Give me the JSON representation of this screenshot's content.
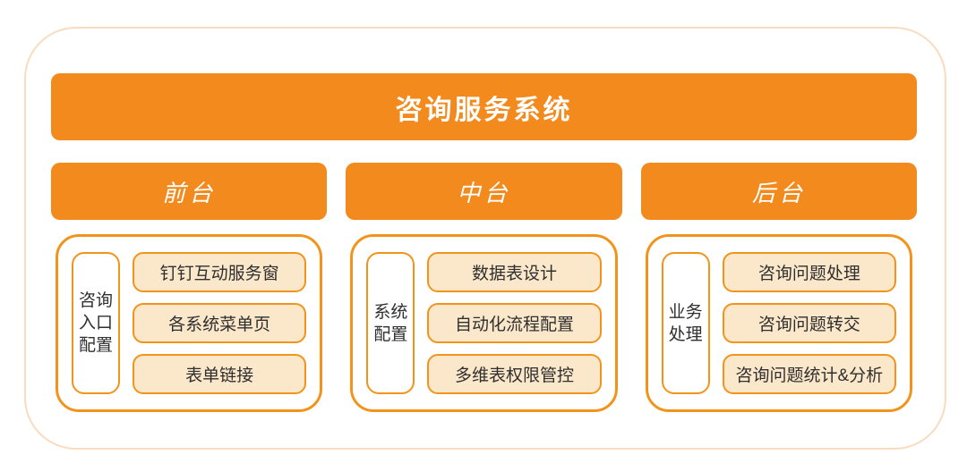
{
  "title": "咨询服务系统",
  "colors": {
    "orange_fill": "#F28A1D",
    "border_orange": "#F2941C",
    "item_fill": "#FBE7CA",
    "outer_border": "#F9DCBE",
    "text_dark": "#2F2F2F",
    "text_white": "#FFFFFF"
  },
  "columns": [
    {
      "header": "前台",
      "side_label": "咨询\n入口\n配置",
      "items": [
        "钉钉互动服务窗",
        "各系统菜单页",
        "表单链接"
      ]
    },
    {
      "header": "中台",
      "side_label": "系统\n配置",
      "items": [
        "数据表设计",
        "自动化流程配置",
        "多维表权限管控"
      ]
    },
    {
      "header": "后台",
      "side_label": "业务\n处理",
      "items": [
        "咨询问题处理",
        "咨询问题转交",
        "咨询问题统计&分析"
      ]
    }
  ]
}
